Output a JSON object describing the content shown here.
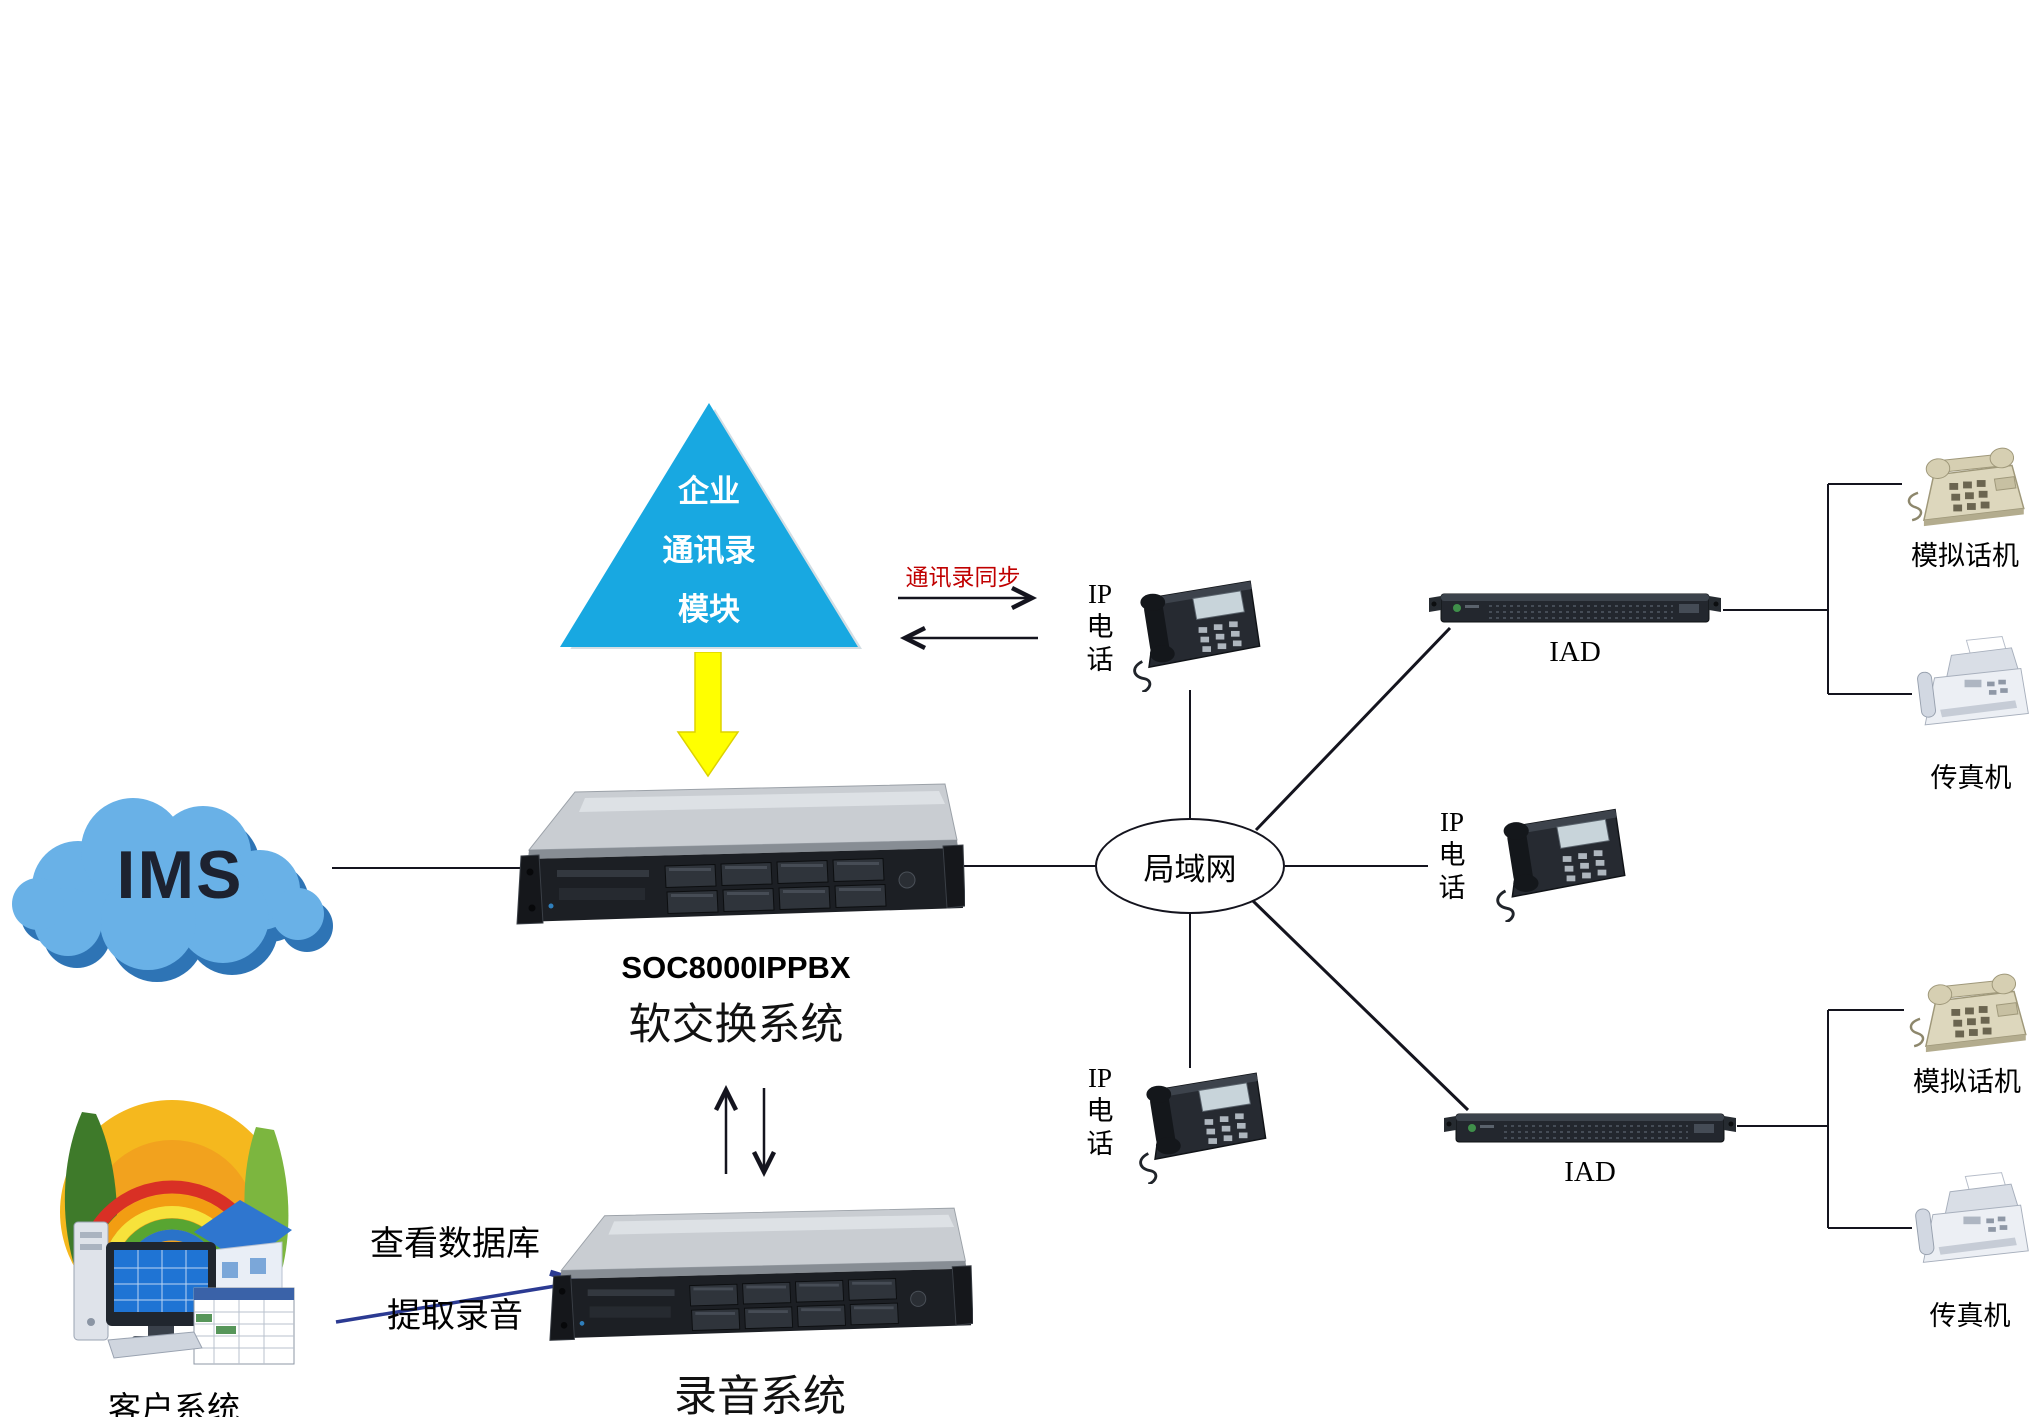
{
  "colors": {
    "triangle_blue": "#18a8e1",
    "cloud_blue": "#69b1e7",
    "cloud_shadow_blue": "#2e74b5",
    "yellow_arrow": "#ffff00",
    "sync_red": "#c00000",
    "db_arrow_blue": "#2b3a92",
    "line_black": "#14141e"
  },
  "triangle": {
    "line1": "企业",
    "line2": "通讯录",
    "line3": "模块"
  },
  "cloud": {
    "label": "IMS"
  },
  "sync": {
    "label": "通讯录同步"
  },
  "pbx": {
    "model": "SOC8000IPPBX",
    "name": "软交换系统"
  },
  "lan": {
    "label": "局域网"
  },
  "ip_phone": {
    "line1": "IP",
    "line2": "电",
    "line3": "话"
  },
  "iad": {
    "label": "IAD"
  },
  "analog": {
    "label": "模拟话机"
  },
  "fax": {
    "label": "传真机"
  },
  "recorder": {
    "name": "录音系统"
  },
  "db_note": {
    "line1": "查看数据库",
    "line2": "提取录音"
  },
  "client": {
    "label": "客户系统"
  }
}
